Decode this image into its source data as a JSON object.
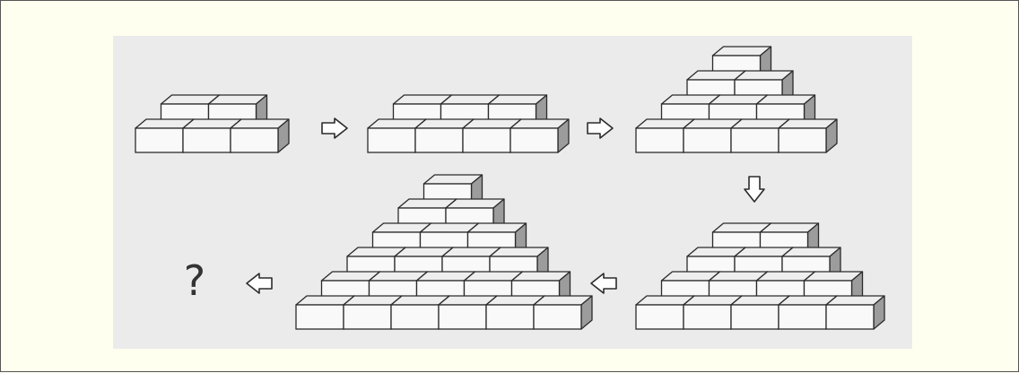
{
  "question_mark": "?",
  "colors": {
    "background": "#fffff0",
    "photo": "#ebebeb",
    "block_front": "#f9f9f9",
    "block_top": "#eeeeee",
    "block_side": "#9c9c9c",
    "stroke": "#2b2b2b"
  },
  "sequence": [
    {
      "step": 1,
      "rows_bottom_to_top": [
        3,
        2
      ]
    },
    {
      "step": 2,
      "rows_bottom_to_top": [
        4,
        3
      ]
    },
    {
      "step": 3,
      "rows_bottom_to_top": [
        4,
        3,
        2,
        1
      ]
    },
    {
      "step": 4,
      "rows_bottom_to_top": [
        5,
        4,
        3,
        2
      ]
    },
    {
      "step": 5,
      "rows_bottom_to_top": [
        6,
        5,
        4,
        3,
        2,
        1
      ]
    },
    {
      "step": 6,
      "unknown": true
    }
  ],
  "arrows": [
    {
      "from": 1,
      "to": 2,
      "direction": "right"
    },
    {
      "from": 2,
      "to": 3,
      "direction": "right"
    },
    {
      "from": 3,
      "to": 4,
      "direction": "down"
    },
    {
      "from": 4,
      "to": 5,
      "direction": "left"
    },
    {
      "from": 5,
      "to": 6,
      "direction": "left"
    }
  ]
}
